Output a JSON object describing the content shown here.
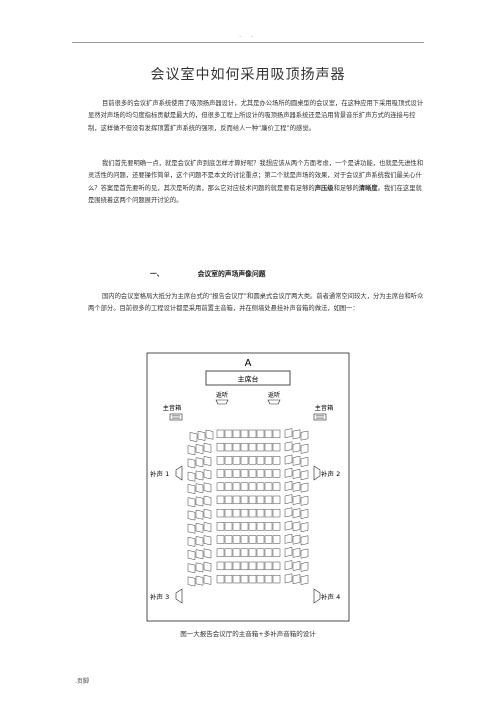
{
  "header": {
    "dots": ". ."
  },
  "title": "会议室中如何采用吸顶扬声器",
  "paragraphs": {
    "p1": "目前很多的会议扩声系统使用了吸顶扬声器设计，尤其是办公场所的圆桌型的会议室，在这种应用下采用吸顶式设计显然对声场的均匀度指标贡献是最大的，但很多工程上所设计的吸顶扬声器系统还是沿用背景音乐扩声方式的连接与控制，这样做不但没有发挥顶置扩声系统的强项，反而给人一种“廉价工程”的感觉。",
    "p2_a": "我们首先要明确一点，就是会议扩声到底怎样才算好呢？我想应该从两个方面考虑，一个是讲功能，也就是先进性和灵活性的问题，还要操作简单，这个问题不是本文的讨论重点；第二个就是声场的效果，对于会议扩声系统我们最关心什么？答案是首先要听的见，其次是听的清，那么它对应技术问题的就是要有足够的",
    "p2_b1": "声压级",
    "p2_c": "和足够的",
    "p2_b2": "清晰度",
    "p2_d": "。我们在这里就是围绕着这两个问题展开讨论的。",
    "p3": "国内的会议室格局大抵分为主席台式的“报告会议厅”和圆桌式会议厅两大类。前者通常空间较大，分为主席台和听众两个部分。目前很多的工程设计都是采用前置主音箱，并在侧墙处悬挂补声音箱的做法，如图一："
  },
  "section": {
    "num": "一、",
    "title": "会议室的声场声像问题"
  },
  "diagram": {
    "room_label": "A",
    "podium": "主席台",
    "near_left": "返听",
    "near_right": "返听",
    "main_left": "主音箱",
    "main_right": "主音箱",
    "fill_1": "补声 1",
    "fill_2": "补声 2",
    "fill_3": "补声 3",
    "fill_4": "补声 4"
  },
  "caption": "图一大报告会议厅的主音箱+多补声音箱的设计",
  "footer": ".页脚"
}
